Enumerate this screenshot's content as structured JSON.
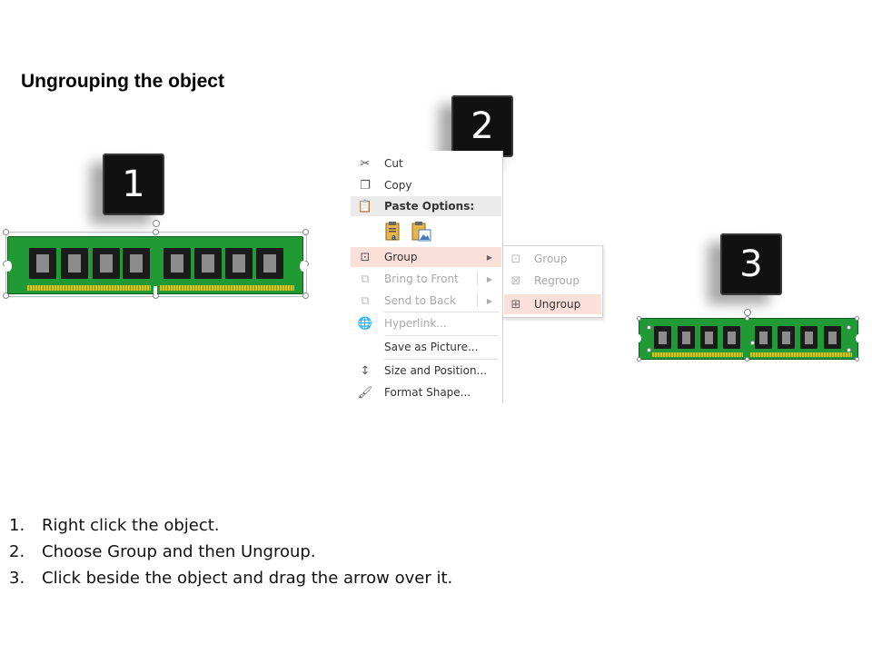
{
  "title": "Ungrouping the object",
  "badges": [
    "1",
    "2",
    "3"
  ],
  "context_menu": {
    "items": [
      {
        "icon": "scissors-icon",
        "label": "Cut",
        "state": "enabled"
      },
      {
        "icon": "copy-icon",
        "label": "Copy",
        "state": "enabled"
      },
      {
        "icon": "paste-icon",
        "label": "Paste Options:",
        "state": "header"
      },
      {
        "icon": "group-icon",
        "label": "Group",
        "state": "highlighted",
        "submenu": true
      },
      {
        "icon": "bring-to-front-icon",
        "label": "Bring to Front",
        "state": "disabled",
        "submenu": true
      },
      {
        "icon": "send-to-back-icon",
        "label": "Send to Back",
        "state": "disabled",
        "submenu": true
      },
      {
        "icon": "hyperlink-icon",
        "label": "Hyperlink...",
        "state": "disabled"
      },
      {
        "icon": "",
        "label": "Save as Picture...",
        "state": "enabled"
      },
      {
        "icon": "size-position-icon",
        "label": "Size and Position...",
        "state": "enabled"
      },
      {
        "icon": "format-shape-icon",
        "label": "Format Shape...",
        "state": "enabled"
      }
    ]
  },
  "submenu": {
    "items": [
      {
        "icon": "group-icon",
        "label": "Group",
        "state": "disabled"
      },
      {
        "icon": "regroup-icon",
        "label": "Regroup",
        "state": "disabled"
      },
      {
        "icon": "ungroup-icon",
        "label": "Ungroup",
        "state": "highlighted"
      }
    ]
  },
  "instructions": [
    {
      "num": "1.",
      "text": "Right click the object."
    },
    {
      "num": "2.",
      "text": "Choose Group and then Ungroup."
    },
    {
      "num": "3.",
      "text": "Click beside the object and drag the arrow over it."
    }
  ],
  "colors": {
    "pcb": "#1f9a34",
    "highlight": "#fbe0da",
    "badge": "#111111"
  }
}
